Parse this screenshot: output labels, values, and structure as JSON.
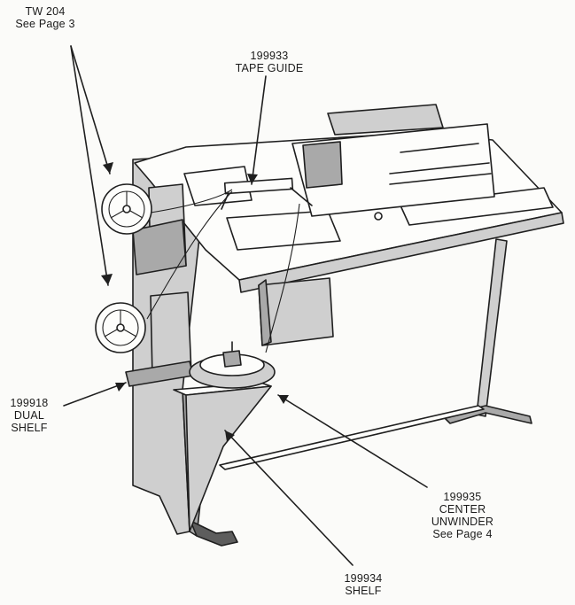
{
  "callouts": {
    "tw204": {
      "part": "TW 204",
      "ref": "See Page 3"
    },
    "tape_guide": {
      "part": "199933",
      "name": "TAPE GUIDE"
    },
    "dual_shelf": {
      "part": "199918",
      "line1": "DUAL",
      "line2": "SHELF"
    },
    "center_unwinder": {
      "part": "199935",
      "line1": "CENTER",
      "line2": "UNWINDER",
      "ref": "See Page 4"
    },
    "shelf": {
      "part": "199934",
      "name": "SHELF"
    }
  },
  "colors": {
    "ink": "#1f1f1f",
    "paper": "#fbfbf9",
    "shade_light": "#cfcfcf",
    "shade_mid": "#a9a9a9",
    "shade_dark": "#5d5d5d"
  }
}
